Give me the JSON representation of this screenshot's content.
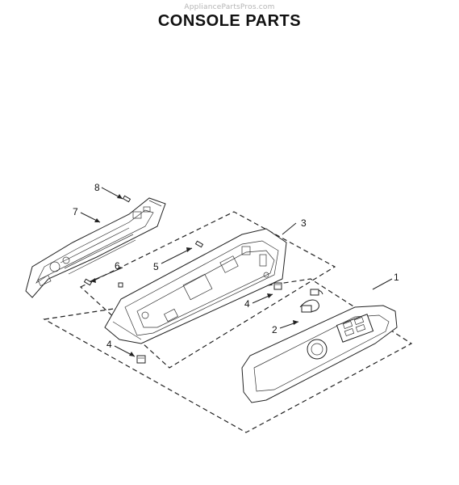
{
  "watermark": "AppliancePartsPros.com",
  "title": "CONSOLE PARTS",
  "callouts": {
    "c1": "1",
    "c2": "2",
    "c3": "3",
    "c4a": "4",
    "c4b": "4",
    "c5": "5",
    "c6": "6",
    "c7": "7",
    "c8": "8"
  }
}
